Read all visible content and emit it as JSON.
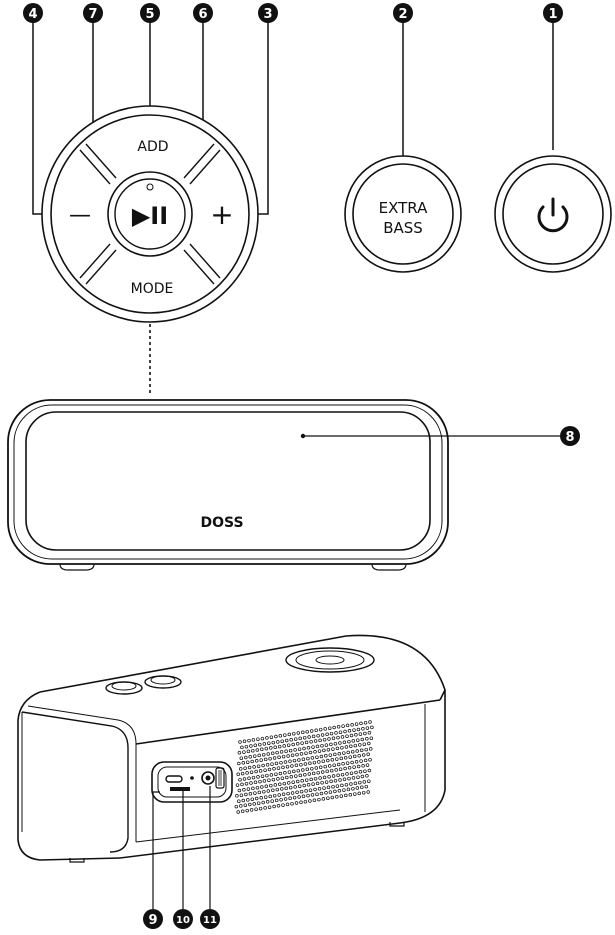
{
  "callouts": {
    "c1": "1",
    "c2": "2",
    "c3": "3",
    "c4": "4",
    "c5": "5",
    "c6": "6",
    "c7": "7",
    "c8": "8",
    "c9": "9",
    "c10": "10",
    "c11": "11"
  },
  "control_panel": {
    "add_label": "ADD",
    "mode_label": "MODE",
    "minus_label": "—",
    "plus_label": "+",
    "play_pause_label": "▶II"
  },
  "extra_bass": {
    "line1": "EXTRA",
    "line2": "BASS"
  },
  "power": {
    "icon": "power-icon"
  },
  "speaker_front": {
    "brand": "DOSS"
  },
  "colors": {
    "line": "#111111",
    "callout_fill": "#111111",
    "callout_text": "#ffffff"
  }
}
